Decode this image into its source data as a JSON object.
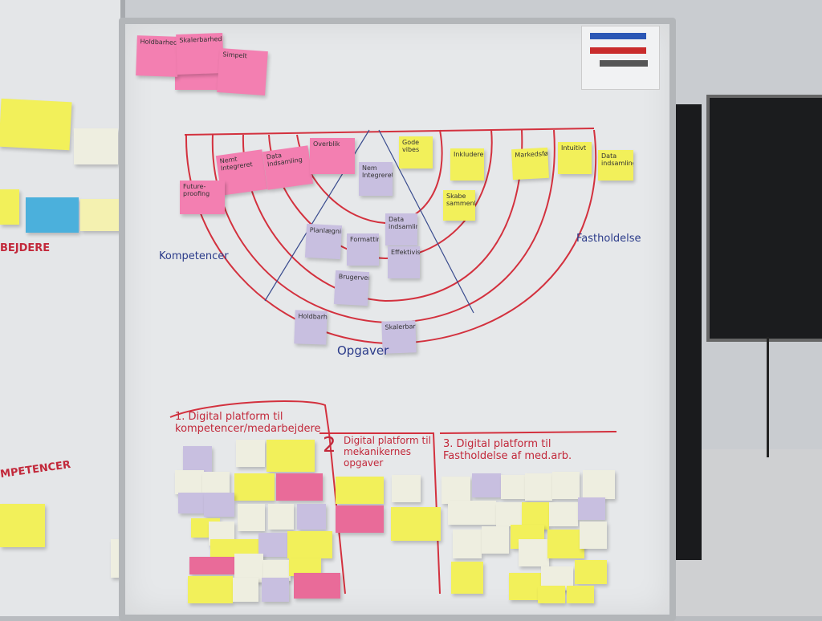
{
  "top_notes": [
    {
      "text": "Holdbarhed",
      "color": "pink"
    },
    {
      "text": "Skalerbarhed",
      "color": "pink"
    },
    {
      "text": "Simpelt",
      "color": "pink"
    }
  ],
  "diagram_notes": [
    {
      "text": "Nemt Integreret",
      "color": "pink"
    },
    {
      "text": "Data Indsamling",
      "color": "pink"
    },
    {
      "text": "Overblik",
      "color": "pink"
    },
    {
      "text": "Future-proofing",
      "color": "pink"
    },
    {
      "text": "Gode vibes",
      "color": "yellow"
    },
    {
      "text": "Inkluderende",
      "color": "yellow"
    },
    {
      "text": "Skabe sammenhold",
      "color": "yellow"
    },
    {
      "text": "Markedsføring",
      "color": "yellow"
    },
    {
      "text": "Intuitivt",
      "color": "yellow"
    },
    {
      "text": "Data indsamling",
      "color": "yellow"
    },
    {
      "text": "Nem Integreret",
      "color": "purple"
    },
    {
      "text": "Planlægning",
      "color": "purple"
    },
    {
      "text": "Formatting",
      "color": "purple"
    },
    {
      "text": "Data indsamling",
      "color": "purple"
    },
    {
      "text": "Effektivisering",
      "color": "purple"
    },
    {
      "text": "Brugervenlighed",
      "color": "purple"
    },
    {
      "text": "Holdbarhed",
      "color": "purple"
    },
    {
      "text": "Skalerbarhed",
      "color": "purple"
    }
  ],
  "labels": {
    "kompetencer": "Kompetencer",
    "opgaver": "Opgaver",
    "fastholdelse": "Fastholdelse"
  },
  "sections": [
    {
      "num": "1.",
      "title": "Digital platform til kompetencer/medarbejdere"
    },
    {
      "num": "2",
      "title": "Digital platform til mekanikernes opgaver"
    },
    {
      "num": "3.",
      "title": "Digital platform til Fastholdelse af med.arb."
    }
  ],
  "left_board": {
    "heading1": "BEJDERE",
    "heading2": "MPETENCER"
  }
}
